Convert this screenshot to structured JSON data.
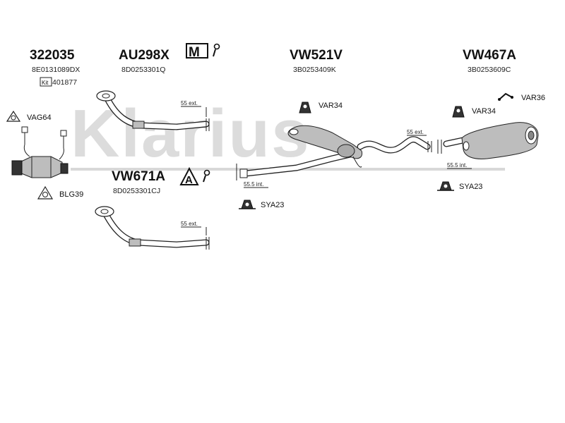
{
  "watermark": "Klarius",
  "parts": {
    "cat": {
      "code": "322035",
      "oem": "8E0131089DX",
      "kit_code": "401877"
    },
    "front_pipe_a": {
      "code": "AU298X",
      "oem": "8D0253301Q",
      "ext_label": "55 ext."
    },
    "front_pipe_b": {
      "code": "VW671A",
      "oem": "8D0253301CJ",
      "ext_label": "55 ext."
    },
    "center": {
      "code": "VW521V",
      "oem": "3B0253409K",
      "ext_label": "55 ext.",
      "int_label": "55.5 int."
    },
    "rear": {
      "code": "VW467A",
      "oem": "3B0253609C",
      "int_label": "55.5 int."
    }
  },
  "fittings": {
    "vag64": "VAG64",
    "blg39": "BLG39",
    "var34_center": "VAR34",
    "var34_rear": "VAR34",
    "var36": "VAR36",
    "sya23_center": "SYA23",
    "sya23_rear": "SYA23"
  },
  "kit_icon": "kit-box-icon",
  "symbols": {
    "m_symbol": "M",
    "a_symbol": "A"
  }
}
